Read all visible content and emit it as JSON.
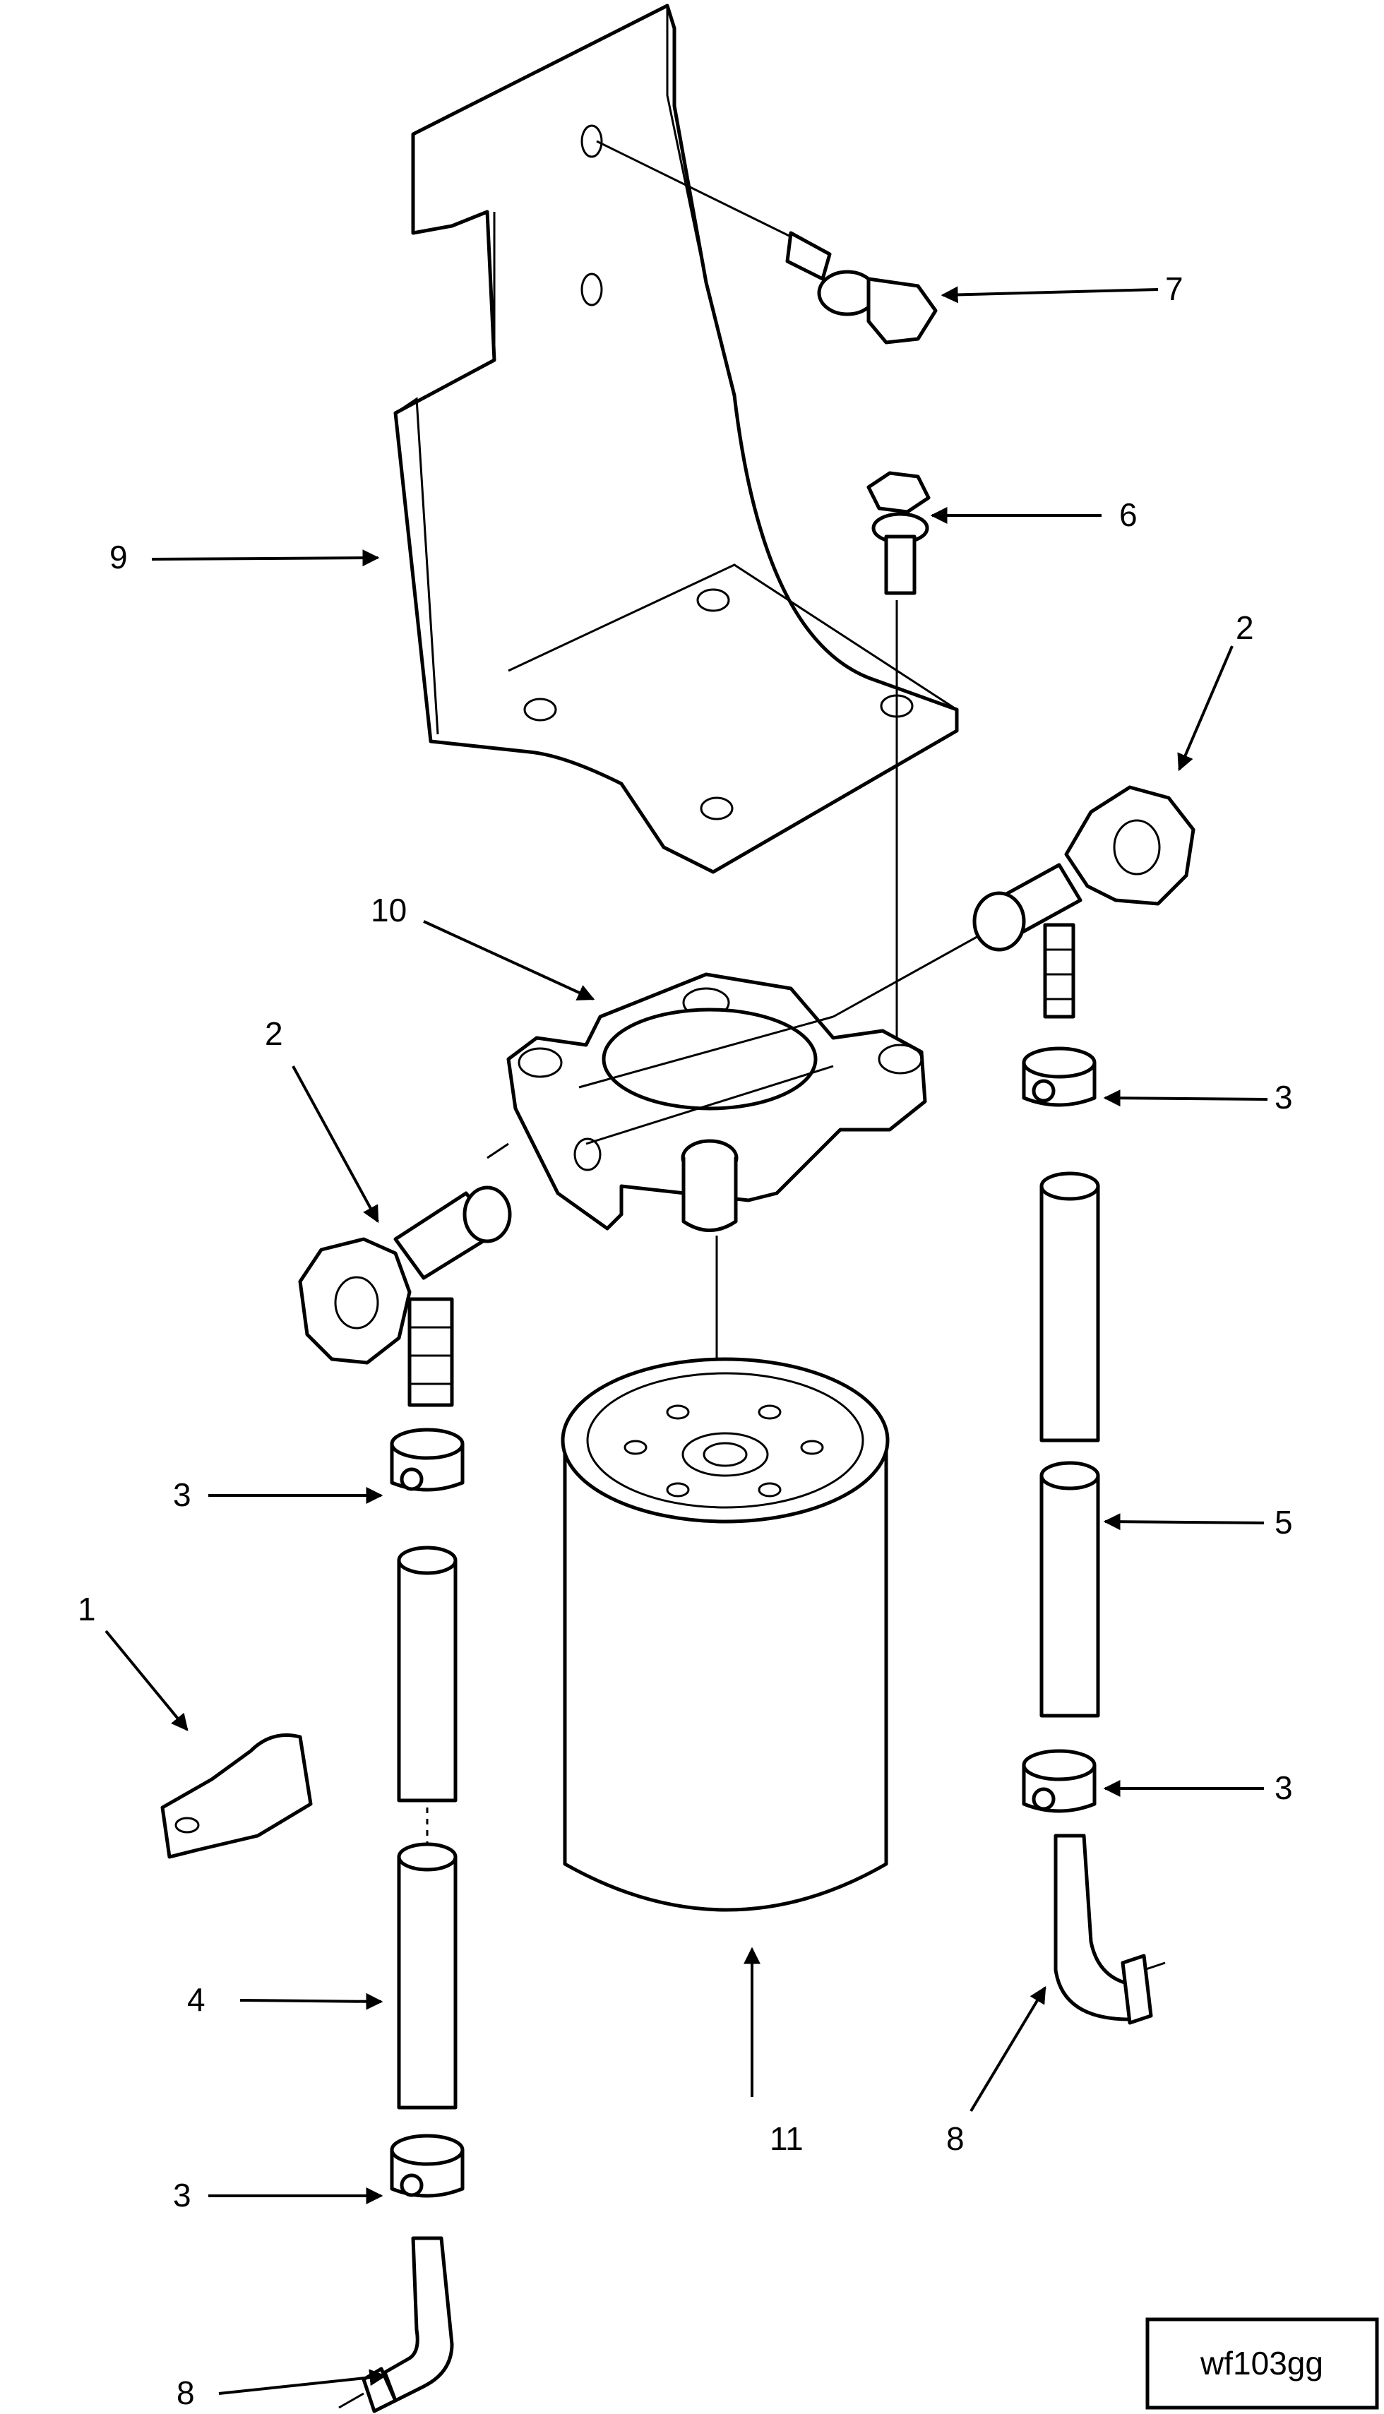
{
  "figure": {
    "callouts": {
      "c1": "1",
      "c2a": "2",
      "c2b": "2",
      "c3a": "3",
      "c3b": "3",
      "c3c": "3",
      "c3d": "3",
      "c4": "4",
      "c5": "5",
      "c6": "6",
      "c7": "7",
      "c8a": "8",
      "c8b": "8",
      "c9": "9",
      "c10": "10",
      "c11": "11"
    },
    "figure_code": "wf103gg"
  }
}
